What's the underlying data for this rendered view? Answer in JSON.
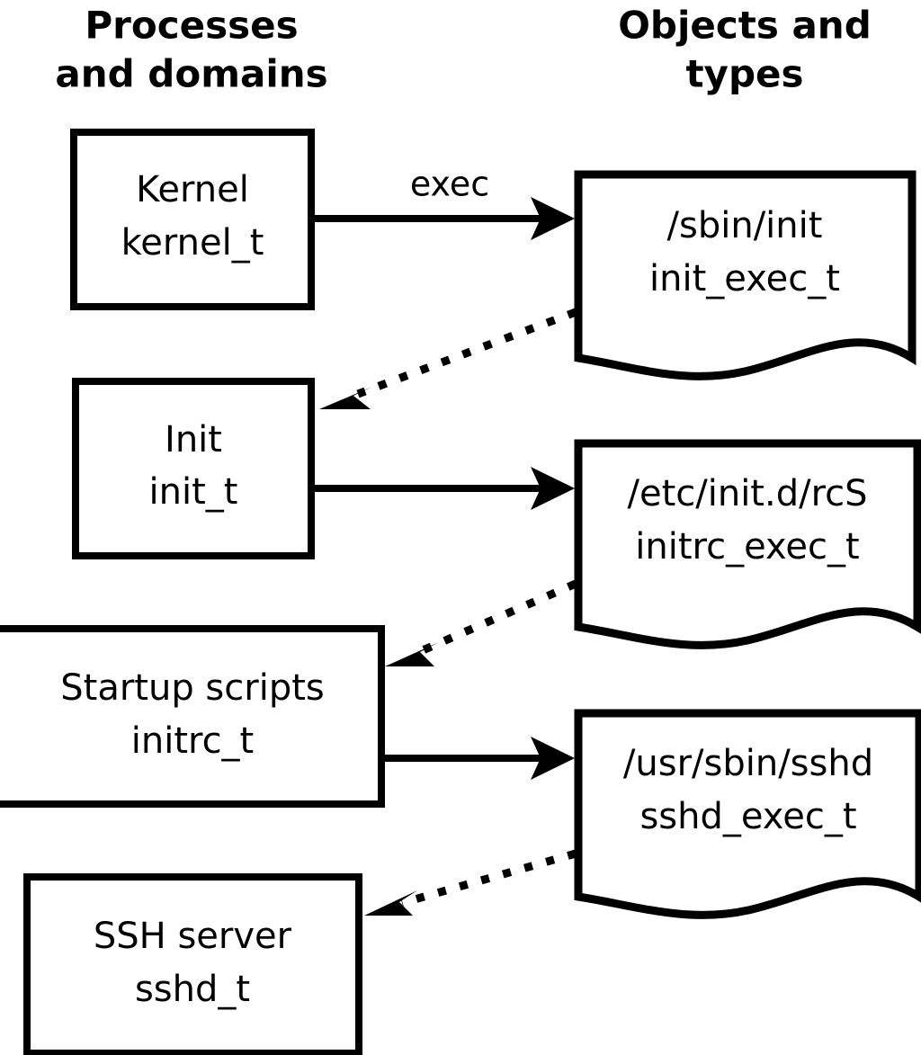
{
  "diagram": {
    "title_left": "Processes\nand domains",
    "columns": [
      {
        "id": "left",
        "line1": "Processes",
        "line2": "and domains"
      },
      {
        "id": "right",
        "line1": "Objects and",
        "line2": "types"
      }
    ],
    "process_nodes": [
      {
        "id": "kernel",
        "line1": "Kernel",
        "line2": "kernel_t"
      },
      {
        "id": "init",
        "line1": "Init",
        "line2": "init_t"
      },
      {
        "id": "initrc",
        "line1": "Startup scripts",
        "line2": "initrc_t"
      },
      {
        "id": "sshd",
        "line1": "SSH server",
        "line2": "sshd_t"
      }
    ],
    "object_nodes": [
      {
        "id": "init-exec",
        "line1": "/sbin/init",
        "line2": "init_exec_t"
      },
      {
        "id": "initrc-exec",
        "line1": "/etc/init.d/rcS",
        "line2": "initrc_exec_t"
      },
      {
        "id": "sshd-exec",
        "line1": "/usr/sbin/sshd",
        "line2": "sshd_exec_t"
      }
    ],
    "edges": [
      {
        "id": "kernel-exec-init",
        "label": "exec",
        "style": "solid",
        "from": "kernel",
        "to": "init-exec"
      },
      {
        "id": "init-exec-transition-init",
        "label": "",
        "style": "dotted",
        "from": "init-exec",
        "to": "init"
      },
      {
        "id": "init-exec-initrc",
        "label": "",
        "style": "solid",
        "from": "init",
        "to": "initrc-exec"
      },
      {
        "id": "initrc-exec-transition-initrc",
        "label": "",
        "style": "dotted",
        "from": "initrc-exec",
        "to": "initrc"
      },
      {
        "id": "initrc-exec-sshd",
        "label": "",
        "style": "solid",
        "from": "initrc",
        "to": "sshd-exec"
      },
      {
        "id": "sshd-exec-transition-sshd",
        "label": "",
        "style": "dotted",
        "from": "sshd-exec",
        "to": "sshd"
      }
    ],
    "colors": {
      "background": "#ffffff",
      "stroke": "#000000",
      "text": "#000000"
    }
  }
}
